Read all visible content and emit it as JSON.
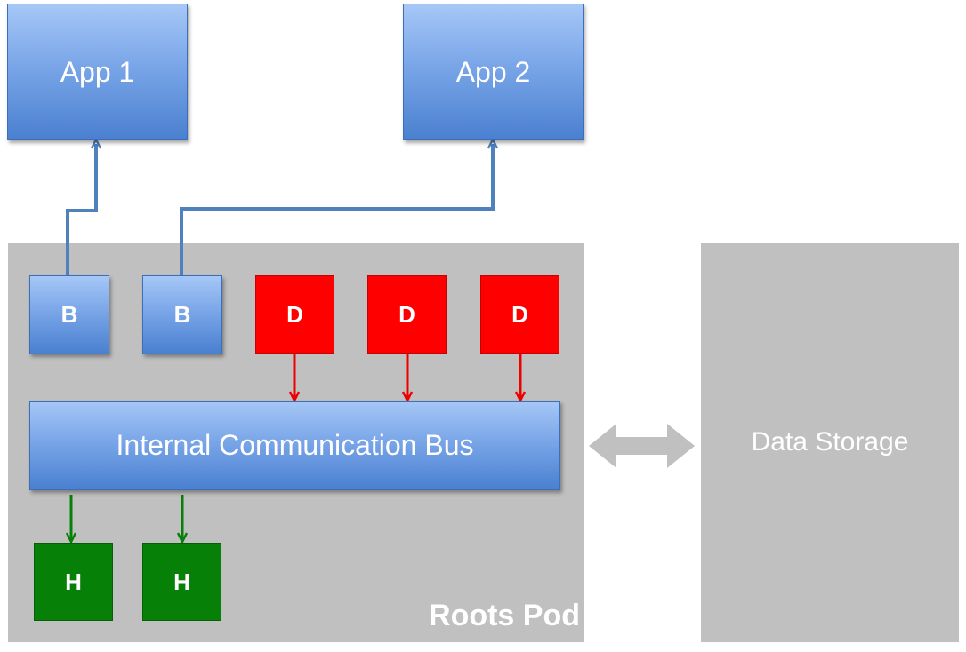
{
  "apps": [
    {
      "label": "App 1"
    },
    {
      "label": "App 2"
    }
  ],
  "pod": {
    "label": "Roots Pod",
    "b_nodes": [
      {
        "label": "B"
      },
      {
        "label": "B"
      }
    ],
    "d_nodes": [
      {
        "label": "D"
      },
      {
        "label": "D"
      },
      {
        "label": "D"
      }
    ],
    "bus_label": "Internal Communication Bus",
    "h_nodes": [
      {
        "label": "H"
      },
      {
        "label": "H"
      }
    ]
  },
  "storage": {
    "label": "Data Storage"
  },
  "colors": {
    "blue_node": "#7aa6e8",
    "blue_connector": "#4f81bd",
    "d_node": "#ff0000",
    "h_node": "#078007",
    "pod_background": "#c0c0c0",
    "double_arrow": "#c0c0c0"
  }
}
